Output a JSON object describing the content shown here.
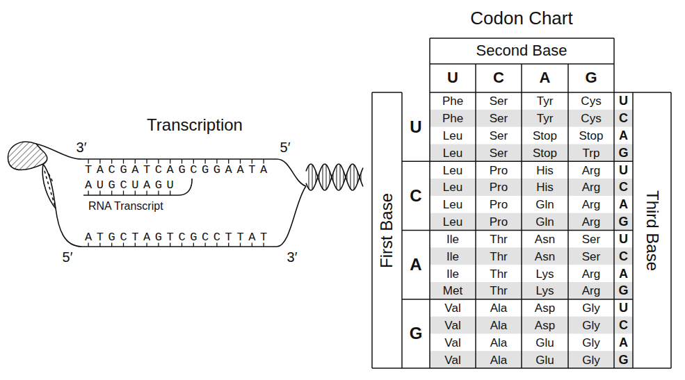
{
  "diagram": {
    "labels": [
      "Transcription",
      "3′",
      "5′",
      "TACGATCAGCGGAATA",
      "AUGCUAGU",
      "RNA Transcript",
      "ATGCTAGTCGCCTTAT",
      "5′",
      "3′",
      "Codon Chart",
      "Second Base",
      "U",
      "C",
      "A",
      "G",
      "First Base",
      "U",
      "C",
      "A",
      "G",
      "Third Base",
      "U",
      "C",
      "A",
      "G",
      "U",
      "C",
      "A",
      "G",
      "U",
      "C",
      "A",
      "G",
      "U",
      "C",
      "A",
      "G",
      "Phe",
      "Ser",
      "Tyr",
      "Cys",
      "Phe",
      "Ser",
      "Tyr",
      "Cys",
      "Leu",
      "Ser",
      "Stop",
      "Stop",
      "Leu",
      "Ser",
      "Stop",
      "Trp",
      "Leu",
      "Pro",
      "His",
      "Arg",
      "Leu",
      "Pro",
      "His",
      "Arg",
      "Leu",
      "Pro",
      "Gln",
      "Arg",
      "Leu",
      "Pro",
      "Gln",
      "Arg",
      "Ile",
      "Thr",
      "Asn",
      "Ser",
      "Ile",
      "Thr",
      "Asn",
      "Ser",
      "Ile",
      "Thr",
      "Lys",
      "Arg",
      "Met",
      "Thr",
      "Lys",
      "Arg",
      "Val",
      "Ala",
      "Asp",
      "Gly",
      "Val",
      "Ala",
      "Asp",
      "Gly",
      "Val",
      "Ala",
      "Glu",
      "Gly",
      "Val",
      "Ala",
      "Glu",
      "Gly"
    ]
  }
}
